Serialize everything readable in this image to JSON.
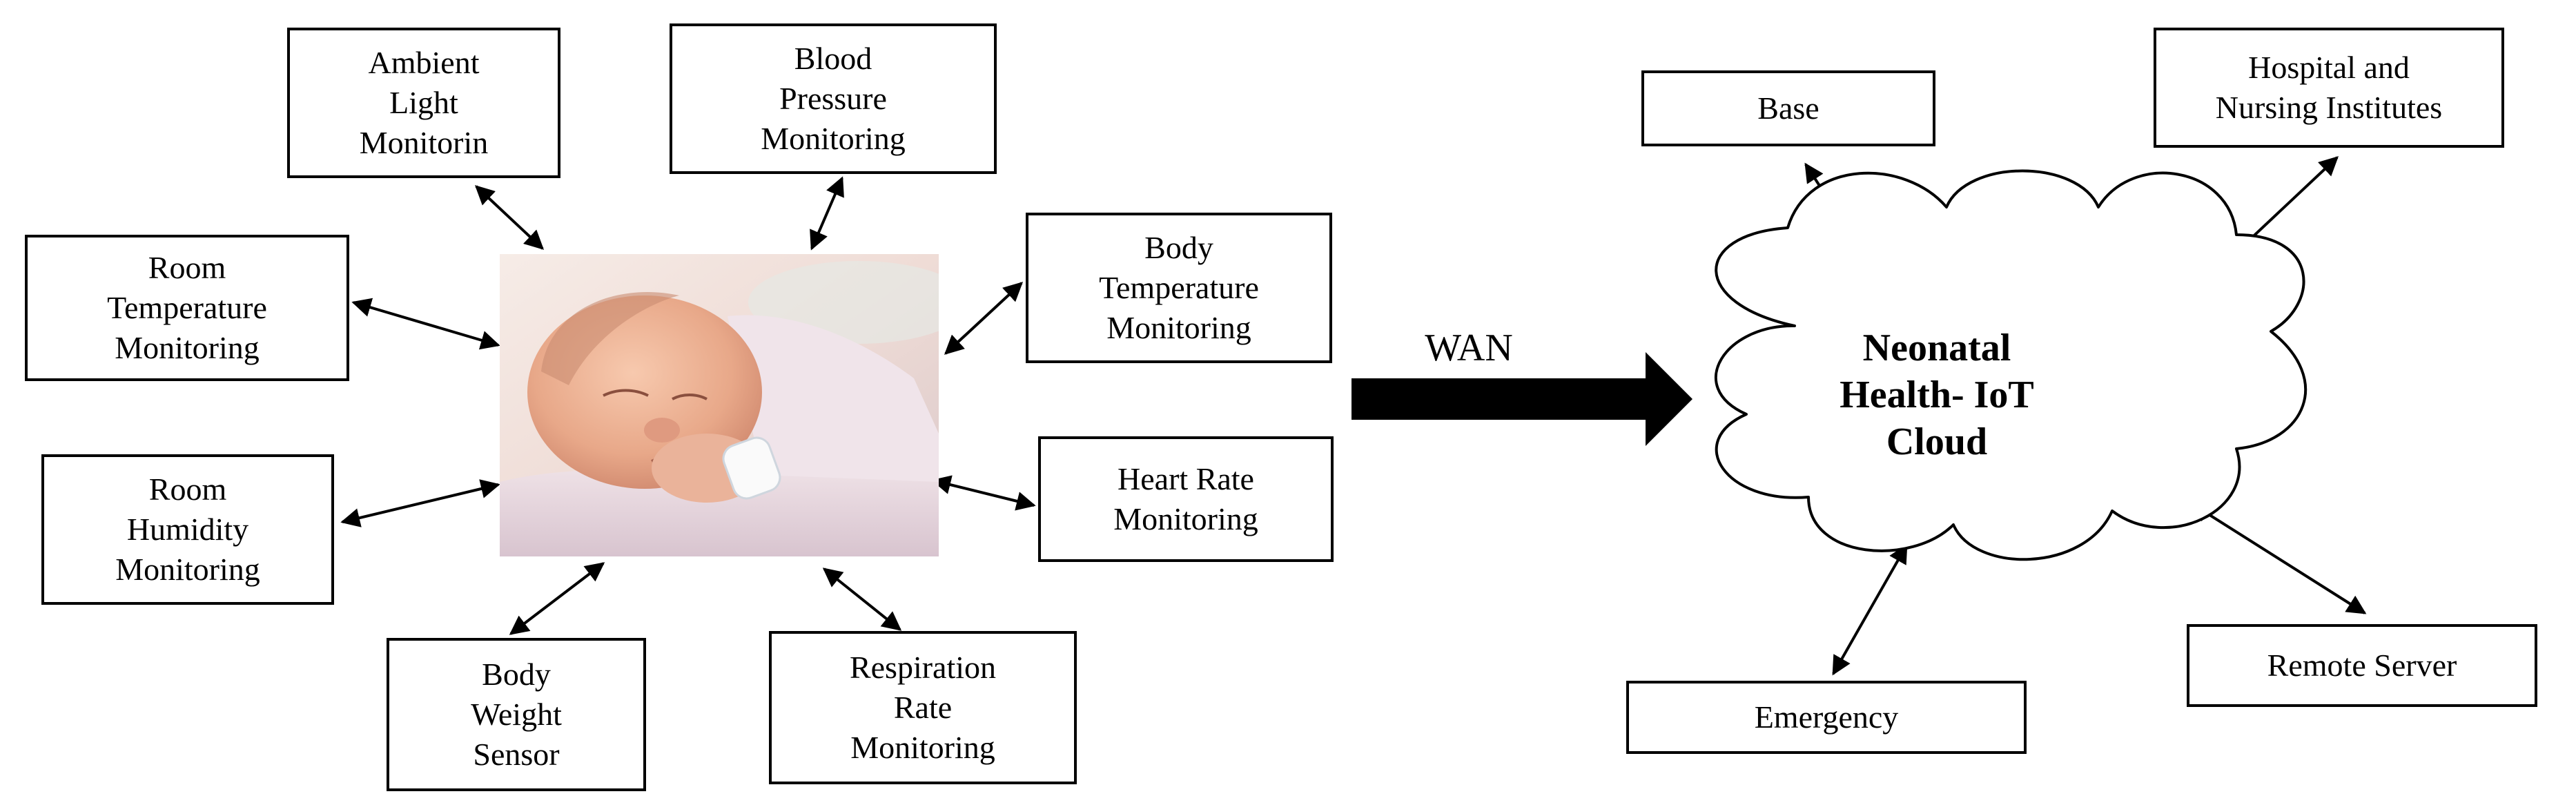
{
  "sensors": {
    "ambient_light": [
      "Ambient",
      "Light",
      "Monitorin"
    ],
    "blood_pressure": [
      "Blood",
      "Pressure",
      "Monitoring"
    ],
    "room_temperature": [
      "Room",
      "Temperature",
      "Monitoring"
    ],
    "body_temperature": [
      "Body",
      "Temperature",
      "Monitoring"
    ],
    "heart_rate": [
      "Heart Rate",
      "Monitoring"
    ],
    "room_humidity": [
      "Room",
      "Humidity",
      "Monitoring"
    ],
    "body_weight": [
      "Body",
      "Weight",
      "Sensor"
    ],
    "respiration_rate": [
      "Respiration",
      "Rate",
      "Monitoring"
    ]
  },
  "link": {
    "label": "WAN"
  },
  "cloud": {
    "lines": [
      "Neonatal",
      "Health- IoT",
      "Cloud"
    ]
  },
  "endpoints": {
    "base": [
      "Base"
    ],
    "hospital": [
      "Hospital and",
      "Nursing Institutes"
    ],
    "emergency": [
      "Emergency"
    ],
    "remote_server": [
      "Remote Server"
    ]
  }
}
